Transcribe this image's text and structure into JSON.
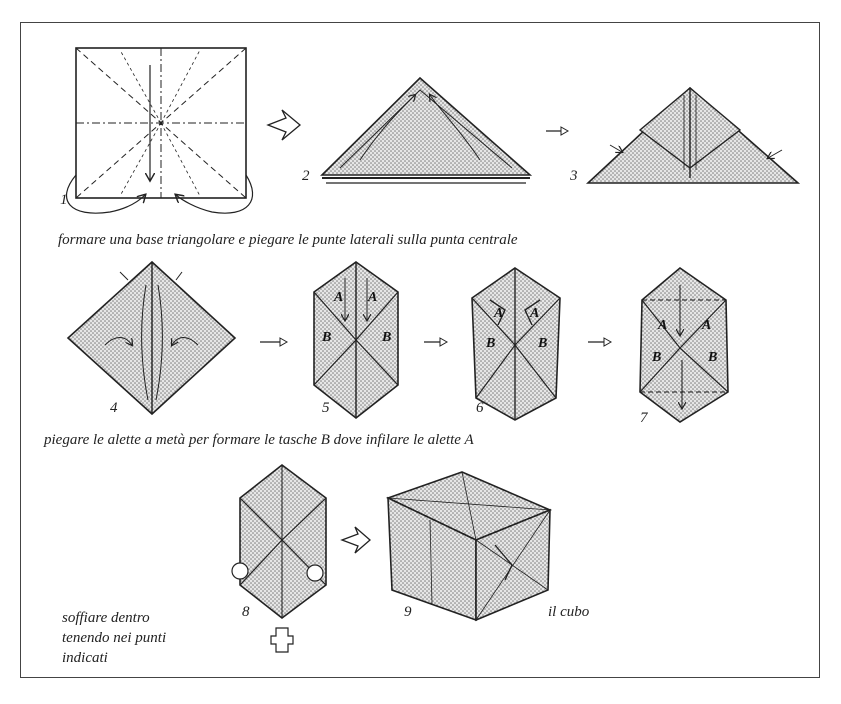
{
  "captions": {
    "row1": "formare una base triangolare e piegare le punte laterali sulla punta centrale",
    "row2": "piegare le alette a metà per formare le tasche B dove infilare le alette A",
    "row3_lines": [
      "soffiare dentro",
      "tenendo nei punti",
      "indicati"
    ],
    "cube_label": "il cubo"
  },
  "steps": [
    "1",
    "2",
    "3",
    "4",
    "5",
    "6",
    "7",
    "8",
    "9"
  ],
  "letters": {
    "a": "A",
    "b": "B"
  },
  "colors": {
    "ink": "#2a2a2a",
    "paper": "#ffffff",
    "shade": "#bdbdbd"
  }
}
